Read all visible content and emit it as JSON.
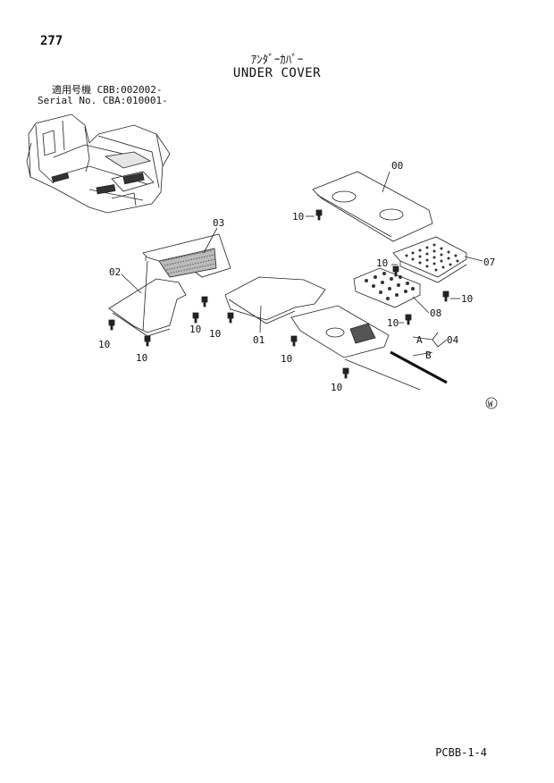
{
  "page": {
    "number": "277",
    "title_jp": "ｱﾝﾀﾞｰｶﾊﾞｰ",
    "title_en": "UNDER COVER",
    "serial_rows": [
      {
        "label": "適用号機",
        "value": "CBB:002002-"
      },
      {
        "label": "Serial No.",
        "value": "CBA:010001-"
      }
    ],
    "footer_code": "PCBB-1-4"
  },
  "callouts": {
    "part_00": "00",
    "part_01": "01",
    "part_02": "02",
    "part_03": "03",
    "part_04": "04",
    "part_07": "07",
    "part_08": "08",
    "bolt": "10",
    "sub_a": "A",
    "sub_b": "B",
    "symbol_w": "W"
  }
}
